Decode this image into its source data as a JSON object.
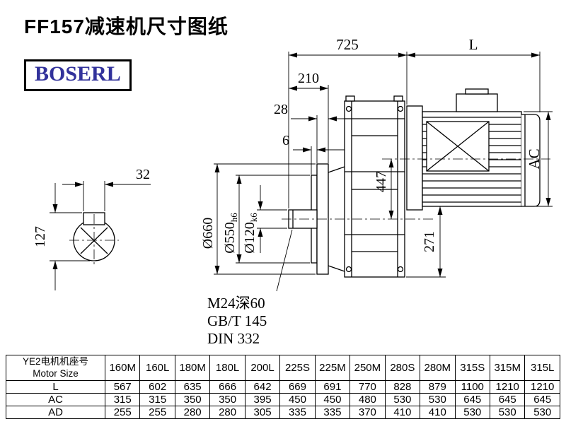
{
  "page": {
    "title": "FF157减速机尺寸图纸",
    "brand": "BOSERL",
    "brand_color": "#32329b"
  },
  "drawing": {
    "dims": {
      "width_overall": "725",
      "motor_length_label": "L",
      "dim_210": "210",
      "dim_28": "28",
      "dim_6": "6",
      "motor_dia_label": "AC",
      "dim_447": "447",
      "dim_271": "271",
      "key_width": "32",
      "key_height": "127",
      "flange_od": "Ø660",
      "spigot_dia": "Ø550",
      "spigot_tol": "h6",
      "shaft_dia": "Ø120",
      "shaft_tol": "k6",
      "thread_note": "M24深60",
      "std_gb": "GB/T 145",
      "std_din": "DIN 332"
    }
  },
  "table": {
    "header": {
      "line1": "YE2电机机座号",
      "line2": "Motor Size"
    },
    "columns": [
      "160M",
      "160L",
      "180M",
      "180L",
      "200L",
      "225S",
      "225M",
      "250M",
      "280S",
      "280M",
      "315S",
      "315M",
      "315L"
    ],
    "rows": [
      {
        "label": "L",
        "values": [
          "567",
          "602",
          "635",
          "666",
          "642",
          "669",
          "691",
          "770",
          "828",
          "879",
          "1100",
          "1210",
          "1210"
        ]
      },
      {
        "label": "AC",
        "values": [
          "315",
          "315",
          "350",
          "350",
          "395",
          "450",
          "450",
          "480",
          "530",
          "530",
          "645",
          "645",
          "645"
        ]
      },
      {
        "label": "AD",
        "values": [
          "255",
          "255",
          "280",
          "280",
          "305",
          "335",
          "335",
          "370",
          "410",
          "410",
          "530",
          "530",
          "530"
        ]
      }
    ]
  }
}
